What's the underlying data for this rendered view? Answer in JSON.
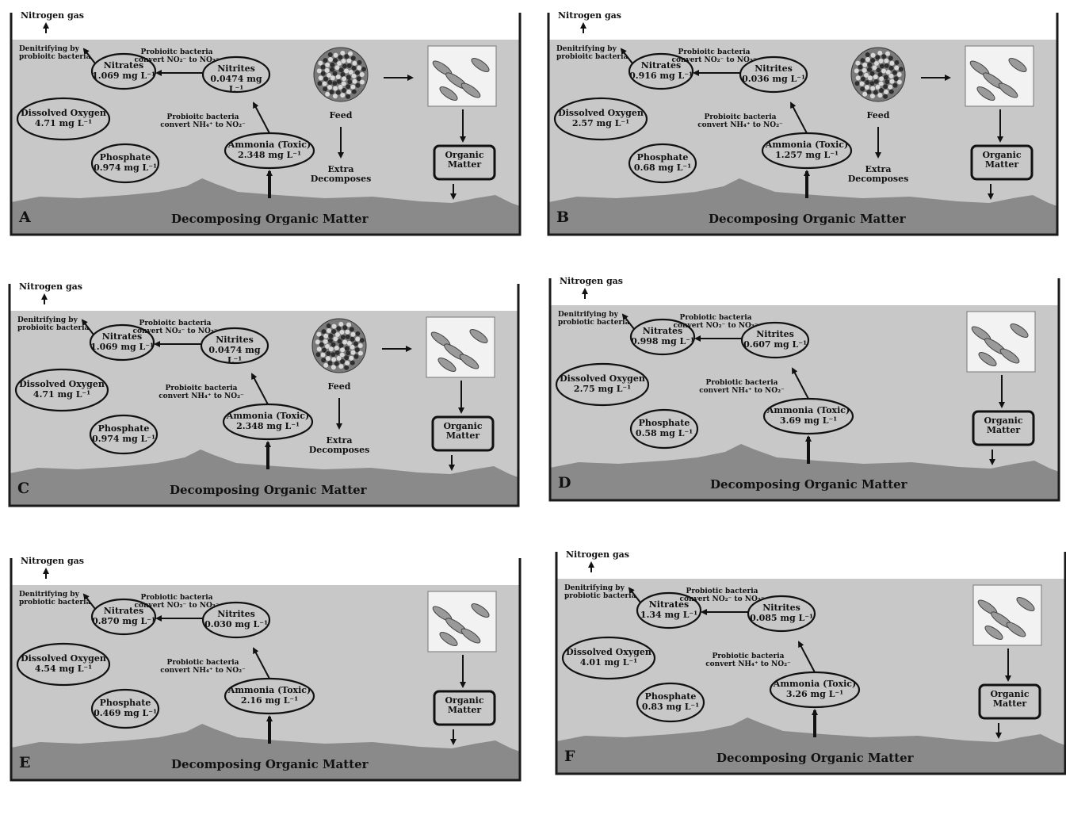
{
  "panels": {
    "A": {
      "letter": "A",
      "nitrogen_gas": "Nitrogen gas",
      "denitrifying": "Denitrifying by probioitc bacteria",
      "convert_no2": "Probioitc bacteria convert NO₂⁻ to NO₃⁻",
      "convert_nh4": "Probioitc bacteria convert NH₄⁺ to NO₂⁻",
      "nitrates": {
        "name": "Nitrates",
        "value": "1.069 mg L⁻¹"
      },
      "nitrites": {
        "name": "Nitrites",
        "value": "0.0474 mg L⁻¹"
      },
      "oxygen": {
        "name": "Dissolved Oxygen",
        "value": "4.71 mg L⁻¹"
      },
      "phosphate": {
        "name": "Phosphate",
        "value": "0.974 mg L⁻¹"
      },
      "ammonia": {
        "name": "Ammonia (Toxic)",
        "value": "2.348 mg L⁻¹"
      },
      "feed": "Feed",
      "extra": "Extra Decomposes",
      "organic": "Organic Matter",
      "decomposing": "Decomposing Organic Matter"
    },
    "B": {
      "letter": "B",
      "nitrogen_gas": "Nitrogen gas",
      "denitrifying": "Denitrifying by probioitc bacteria",
      "convert_no2": "Probioitc bacteria convert NO₂⁻ to NO₃⁻",
      "convert_nh4": "Probioitc bacteria convert NH₄⁺ to NO₂⁻",
      "nitrates": {
        "name": "Nitrates",
        "value": "0.916 mg L⁻¹"
      },
      "nitrites": {
        "name": "Nitrites",
        "value": "0.036 mg L⁻¹"
      },
      "oxygen": {
        "name": "Dissolved Oxygen",
        "value": "2.57 mg L⁻¹"
      },
      "phosphate": {
        "name": "Phosphate",
        "value": "0.68 mg L⁻¹"
      },
      "ammonia": {
        "name": "Ammonia (Toxic)",
        "value": "1.257 mg L⁻¹"
      },
      "feed": "Feed",
      "extra": "Extra Decomposes",
      "organic": "Organic Matter",
      "decomposing": "Decomposing Organic Matter"
    },
    "C": {
      "letter": "C",
      "nitrogen_gas": "Nitrogen gas",
      "denitrifying": "Denitrifying by probioitc bacteria",
      "convert_no2": "Probioitc bacteria convert NO₂⁻ to NO₃⁻",
      "convert_nh4": "Probioitc bacteria convert NH₄⁺ to NO₂⁻",
      "nitrates": {
        "name": "Nitrates",
        "value": "1.069 mg L⁻¹"
      },
      "nitrites": {
        "name": "Nitrites",
        "value": "0.0474 mg L⁻¹"
      },
      "oxygen": {
        "name": "Dissolved Oxygen",
        "value": "4.71 mg L⁻¹"
      },
      "phosphate": {
        "name": "Phosphate",
        "value": "0.974 mg L⁻¹"
      },
      "ammonia": {
        "name": "Ammonia (Toxic)",
        "value": "2.348 mg L⁻¹"
      },
      "feed": "Feed",
      "extra": "Extra Decomposes",
      "organic": "Organic Matter",
      "decomposing": "Decomposing Organic Matter"
    },
    "D": {
      "letter": "D",
      "nitrogen_gas": "Nitrogen gas",
      "denitrifying": "Denitrifying by probiotic bacteria",
      "convert_no2": "Probiotic bacteria convert NO₂⁻ to NO₃⁻",
      "convert_nh4": "Probiotic bacteria convert NH₄⁺ to NO₂⁻",
      "nitrates": {
        "name": "Nitrates",
        "value": "0.998 mg L⁻¹"
      },
      "nitrites": {
        "name": "Nitrites",
        "value": "0.607 mg L⁻¹"
      },
      "oxygen": {
        "name": "Dissolved Oxygen",
        "value": "2.75 mg L⁻¹"
      },
      "phosphate": {
        "name": "Phosphate",
        "value": "0.58 mg L⁻¹"
      },
      "ammonia": {
        "name": "Ammonia (Toxic)",
        "value": "3.69 mg L⁻¹"
      },
      "organic": "Organic Matter",
      "decomposing": "Decomposing Organic Matter"
    },
    "E": {
      "letter": "E",
      "nitrogen_gas": "Nitrogen gas",
      "denitrifying": "Denitrifying by probiotic bacteria",
      "convert_no2": "Probiotic bacteria convert NO₂⁻ to NO₃⁻",
      "convert_nh4": "Probiotic bacteria convert NH₄⁺ to NO₂⁻",
      "nitrates": {
        "name": "Nitrates",
        "value": "0.870 mg L⁻¹"
      },
      "nitrites": {
        "name": "Nitrites",
        "value": "0.030 mg L⁻¹"
      },
      "oxygen": {
        "name": "Dissolved Oxygen",
        "value": "4.54 mg L⁻¹"
      },
      "phosphate": {
        "name": "Phosphate",
        "value": "0.469 mg L⁻¹"
      },
      "ammonia": {
        "name": "Ammonia (Toxic)",
        "value": "2.16 mg L⁻¹"
      },
      "organic": "Organic Matter",
      "decomposing": "Decomposing Organic Matter"
    },
    "F": {
      "letter": "F",
      "nitrogen_gas": "Nitrogen gas",
      "denitrifying": "Denitrifying by probiotic bacteria",
      "convert_no2": "Probiotic bacteria convert NO₂⁻ to NO₃⁻",
      "convert_nh4": "Probiotic bacteria convert NH₄⁺ to NO₂⁻",
      "nitrates": {
        "name": "Nitrates",
        "value": "1.34 mg L⁻¹"
      },
      "nitrites": {
        "name": "Nitrites",
        "value": "0.085 mg L⁻¹"
      },
      "oxygen": {
        "name": "Dissolved Oxygen",
        "value": "4.01 mg L⁻¹"
      },
      "phosphate": {
        "name": "Phosphate",
        "value": "0.83 mg L⁻¹"
      },
      "ammonia": {
        "name": "Ammonia (Toxic)",
        "value": "3.26 mg L⁻¹"
      },
      "organic": "Organic Matter",
      "decomposing": "Decomposing Organic Matter"
    }
  },
  "colors": {
    "water": "#c8c8c8",
    "sediment": "#8a8a8a",
    "tank_wall": "#1a1a1a"
  },
  "icons": {
    "feed": "feed-pellet-icon",
    "shrimp": "shrimp-photo-icon"
  }
}
